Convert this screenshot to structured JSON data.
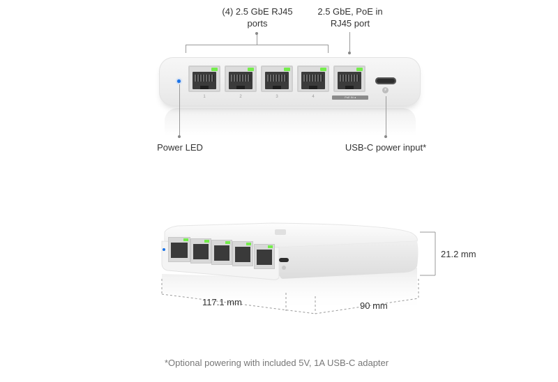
{
  "callouts": {
    "rj45_ports": "(4) 2.5 GbE RJ45\nports",
    "rj45_ports_line1": "(4) 2.5 GbE RJ45",
    "rj45_ports_line2": "ports",
    "poe_port_line1": "2.5 GbE, PoE in",
    "poe_port_line2": "RJ45 port",
    "power_led": "Power LED",
    "usbc_power": "USB-C power input*"
  },
  "front_view": {
    "port_numbers": [
      "1",
      "2",
      "3",
      "4"
    ],
    "poe_strip_label": "PoE IN ◂"
  },
  "dimensions": {
    "height": "21.2 mm",
    "width": "117.1 mm",
    "depth": "90 mm"
  },
  "footnote": "*Optional powering with included 5V, 1A USB-C adapter",
  "colors": {
    "port_led": "#74ec4c",
    "power_led": "#1a73e8",
    "chassis": "#f2f2f2"
  }
}
